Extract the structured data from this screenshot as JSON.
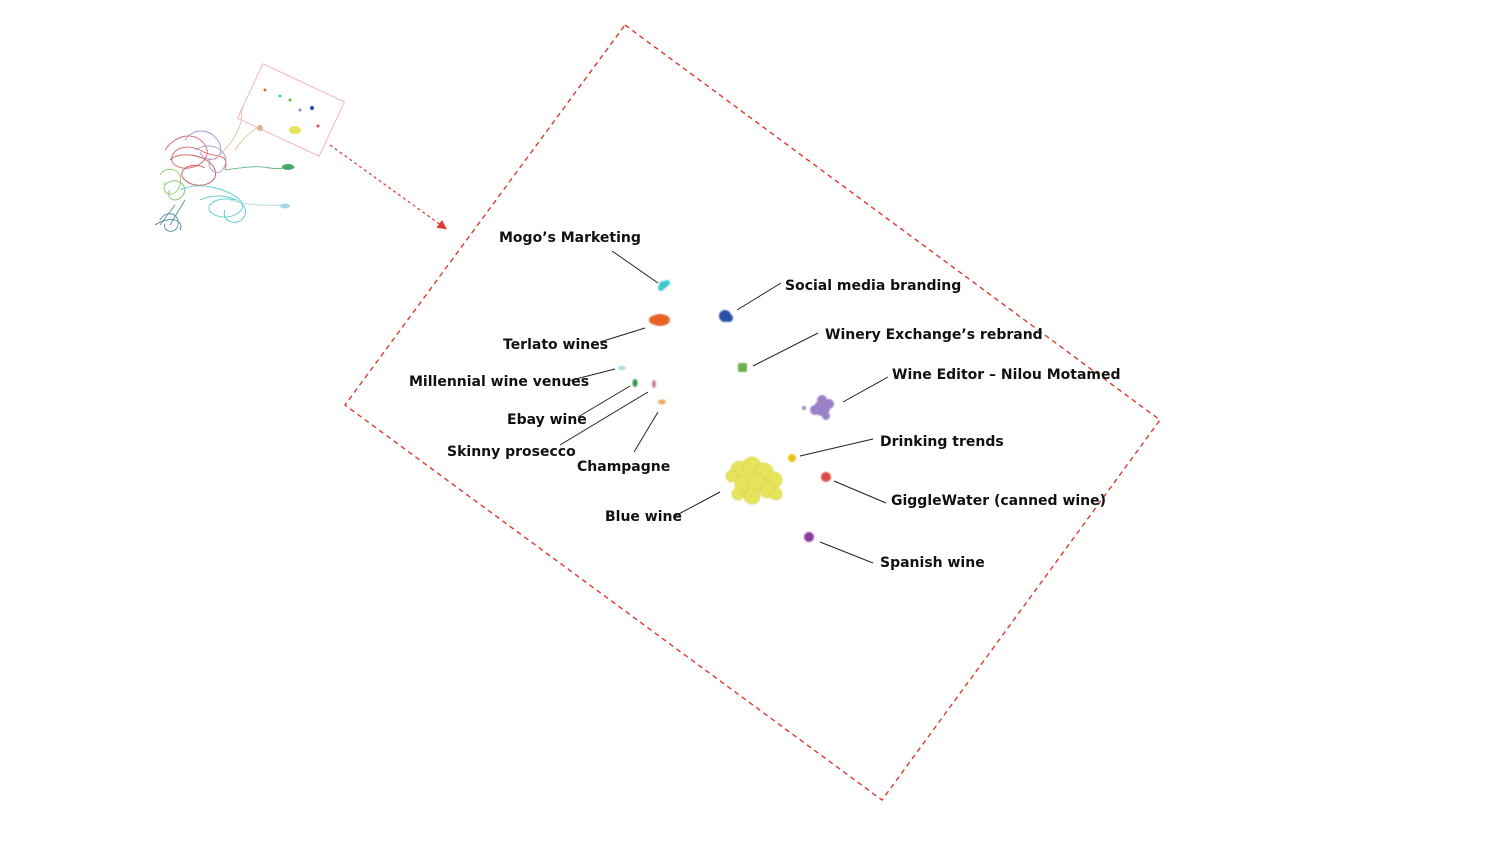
{
  "colors": {
    "frame": "#e03a2f",
    "leader": "#222222",
    "blob_cyan": "#3cc8cc",
    "blob_orange": "#e8642a",
    "blob_navy": "#2a4fa8",
    "blob_green": "#6bb24a",
    "blob_lavender": "#9b82c8",
    "blob_lightblue": "#a9d6e6",
    "blob_darkgreen": "#2e9a4a",
    "blob_pink": "#cf7fa7",
    "blob_peach": "#f0a96a",
    "blob_gold": "#e6c21d",
    "blob_yellow": "#e7e35a",
    "blob_red": "#e04848",
    "blob_purple": "#8e3d9e"
  },
  "clusters": [
    {
      "id": "mogo",
      "label": "Mogo’s Marketing"
    },
    {
      "id": "social",
      "label": "Social media branding"
    },
    {
      "id": "terlato",
      "label": "Terlato wines"
    },
    {
      "id": "winery",
      "label": "Winery Exchange’s rebrand"
    },
    {
      "id": "millennial",
      "label": "Millennial wine venues"
    },
    {
      "id": "editor",
      "label": "Wine Editor – Nilou Motamed"
    },
    {
      "id": "ebay",
      "label": "Ebay wine"
    },
    {
      "id": "skinny",
      "label": "Skinny prosecco"
    },
    {
      "id": "champagne",
      "label": "Champagne"
    },
    {
      "id": "drinking",
      "label": "Drinking trends"
    },
    {
      "id": "giggle",
      "label": "GiggleWater (canned wine)"
    },
    {
      "id": "blue",
      "label": "Blue wine"
    },
    {
      "id": "spanish",
      "label": "Spanish wine"
    }
  ],
  "icons": {
    "overview": "network-overview-icon",
    "pointer": "arrow-right-icon"
  }
}
